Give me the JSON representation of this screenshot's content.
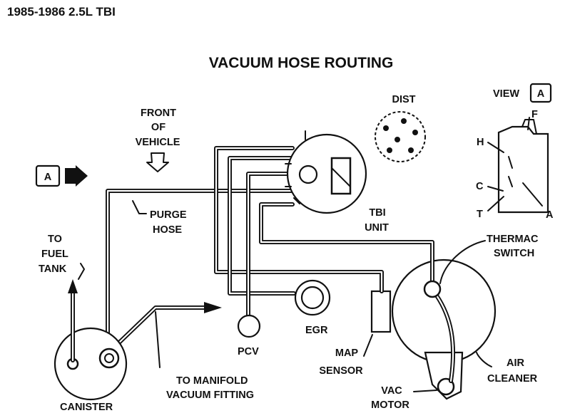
{
  "header": {
    "model": "1985-1986 2.5L TBI"
  },
  "diagram": {
    "title": "VACUUM HOSE ROUTING",
    "view_indicator": {
      "letter": "A"
    },
    "labels": {
      "front_line1": "FRONT",
      "front_line2": "OF",
      "front_line3": "VEHICLE",
      "dist": "DIST",
      "view_word": "VIEW",
      "view_letter": "A",
      "purge_line1": "PURGE",
      "purge_line2": "HOSE",
      "tbi_line1": "TBI",
      "tbi_line2": "UNIT",
      "thermac_line1": "THERMAC",
      "thermac_line2": "SWITCH",
      "to_fuel_line1": "TO",
      "to_fuel_line2": "FUEL",
      "to_fuel_line3": "TANK",
      "egr": "EGR",
      "pcv": "PCV",
      "map_line1": "MAP",
      "map_line2": "SENSOR",
      "air_line1": "AIR",
      "air_line2": "CLEANER",
      "manifold_line1": "TO MANIFOLD",
      "manifold_line2": "VACUUM FITTING",
      "vac_line1": "VAC",
      "vac_line2": "MOTOR",
      "canister": "CANISTER"
    },
    "port_letters": {
      "h": "H",
      "c": "C",
      "t": "T",
      "f": "F",
      "a": "A"
    }
  }
}
